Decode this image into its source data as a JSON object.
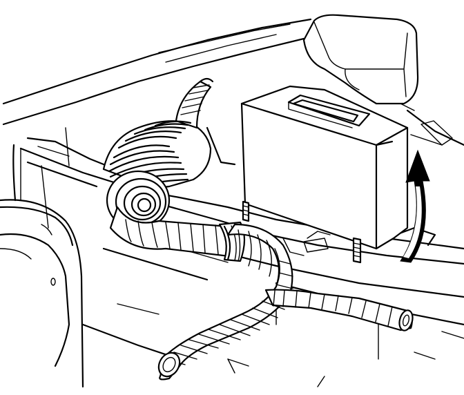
{
  "figure": {
    "kind": "line-art technical illustration",
    "background": "#ffffff",
    "ink": "#000000",
    "labels": []
  },
  "parts": [
    {
      "id": "rear-seat-back",
      "icon": "seat-outline"
    },
    {
      "id": "module-box",
      "icon": "box-with-top-slot"
    },
    {
      "id": "ribbed-duct",
      "icon": "corrugated-hose"
    },
    {
      "id": "outlet-hose",
      "icon": "corrugated-hose"
    },
    {
      "id": "branch-hose",
      "icon": "corrugated-hose"
    },
    {
      "id": "removal-arrow",
      "icon": "curved-arrow-up"
    },
    {
      "id": "wheelhouse",
      "icon": "wheel-well"
    },
    {
      "id": "studs",
      "icon": "threaded-stud"
    }
  ]
}
